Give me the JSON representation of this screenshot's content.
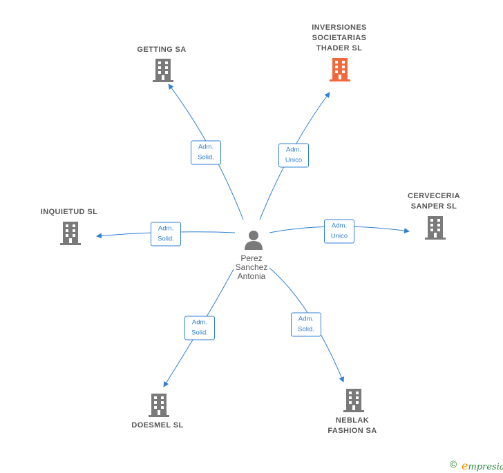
{
  "person": {
    "name": "Perez\nSanchez\nAntonia",
    "icon": "person-icon"
  },
  "companies": [
    {
      "id": "getting",
      "name": "GETTING SA",
      "color": "#7a7a7a"
    },
    {
      "id": "inversiones",
      "name": "INVERSIONES\nSOCIETARIAS\nTHADER  SL",
      "color": "#f0693c"
    },
    {
      "id": "inquietud",
      "name": "INQUIETUD SL",
      "color": "#7a7a7a"
    },
    {
      "id": "cerveceria",
      "name": "CERVECERIA\nSANPER  SL",
      "color": "#7a7a7a"
    },
    {
      "id": "doesmel",
      "name": "DOESMEL SL",
      "color": "#7a7a7a"
    },
    {
      "id": "neblak",
      "name": "NEBLAK\nFASHION SA",
      "color": "#7a7a7a"
    }
  ],
  "relations": [
    {
      "to": "getting",
      "label": "Adm.\nSolid."
    },
    {
      "to": "inversiones",
      "label": "Adm.\nUnico"
    },
    {
      "to": "inquietud",
      "label": "Adm.\nSolid."
    },
    {
      "to": "cerveceria",
      "label": "Adm.\nUnico"
    },
    {
      "to": "doesmel",
      "label": "Adm.\nSolid."
    },
    {
      "to": "neblak",
      "label": "Adm.\nSolid."
    }
  ],
  "colors": {
    "edge": "#2f7fd5",
    "building": "#7a7a7a",
    "highlight": "#f0693c"
  },
  "footer": {
    "copyright": "©",
    "brand_initial": "e",
    "brand_rest": "mpresia"
  }
}
